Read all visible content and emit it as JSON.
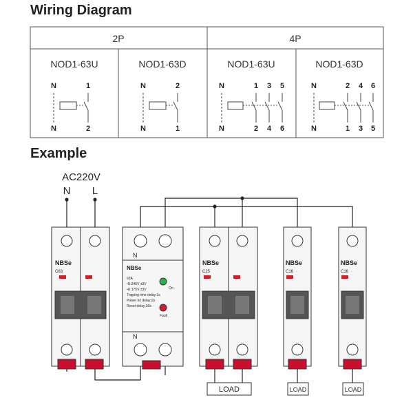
{
  "titles": {
    "wiring": "Wiring Diagram",
    "example": "Example"
  },
  "table": {
    "groups": [
      "2P",
      "4P"
    ],
    "models": [
      "NOD1-63U",
      "NOD1-63D",
      "NOD1-63U",
      "NOD1-63D"
    ],
    "terminals": [
      {
        "top": [
          "N",
          "1"
        ],
        "bottom": [
          "N",
          "2"
        ]
      },
      {
        "top": [
          "N",
          "2"
        ],
        "bottom": [
          "N",
          "1"
        ]
      },
      {
        "top": [
          "N",
          "1",
          "3",
          "5"
        ],
        "bottom": [
          "N",
          "2",
          "4",
          "6"
        ]
      },
      {
        "top": [
          "N",
          "2",
          "4",
          "6"
        ],
        "bottom": [
          "N",
          "1",
          "3",
          "5"
        ]
      }
    ]
  },
  "example": {
    "supply": "AC220V",
    "supply_n": "N",
    "supply_l": "L",
    "brand": "NBSe",
    "main_rating": "C63",
    "relay": {
      "n_top": "N",
      "rating": "63A",
      "spec1": "•U:245V ±3V",
      "spec2": "•U:175V ±3V",
      "spec3": "Tripping time delay:1s",
      "spec4": "Power on delay:2s",
      "spec5": "Reset delay:30s",
      "on_label": "On",
      "fault_label": "Fault",
      "n_bottom": "N"
    },
    "breaker_ratings": [
      "C25",
      "C16",
      "C16"
    ],
    "load_label": "LOAD"
  }
}
